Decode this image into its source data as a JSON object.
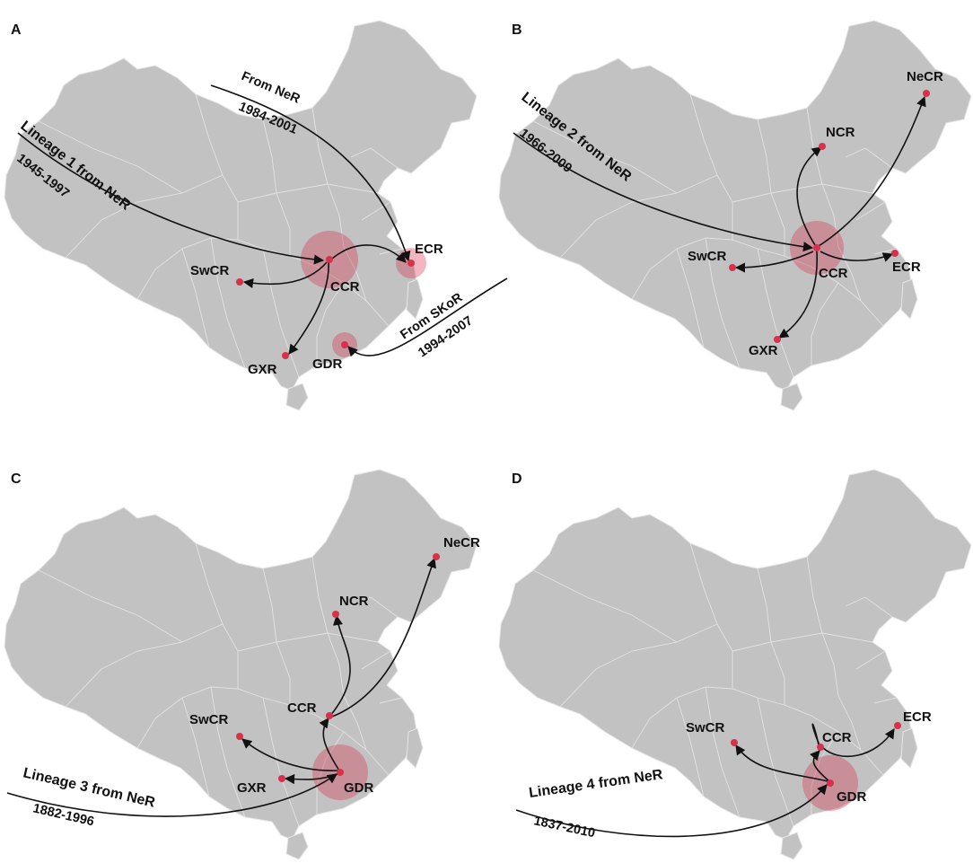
{
  "panels": [
    {
      "letter": "A",
      "regions": [
        "ECR",
        "SwCR",
        "CCR",
        "GXR",
        "GDR"
      ],
      "routes": [
        {
          "label": "From NeR",
          "years": "1984-2001"
        },
        {
          "label": "Lineage 1 from NeR",
          "years": "1945-1997"
        },
        {
          "label": "From SKoR",
          "years": "1994-2007"
        }
      ]
    },
    {
      "letter": "B",
      "regions": [
        "NeCR",
        "NCR",
        "SwCR",
        "CCR",
        "ECR",
        "GXR"
      ],
      "routes": [
        {
          "label": "Lineage 2 from NeR",
          "years": "1966-2009"
        }
      ]
    },
    {
      "letter": "C",
      "regions": [
        "NeCR",
        "NCR",
        "CCR",
        "SwCR",
        "GXR",
        "GDR"
      ],
      "routes": [
        {
          "label": "Lineage 3 from NeR",
          "years": "1882-1996"
        }
      ]
    },
    {
      "letter": "D",
      "regions": [
        "SwCR",
        "CCR",
        "ECR",
        "GDR"
      ],
      "routes": [
        {
          "label": "Lineage 4 from NeR",
          "years": "1837-2010"
        }
      ]
    }
  ],
  "colors": {
    "land": "#c2c2c2",
    "node": "#d6324c",
    "halo": "#d6324c",
    "arrow": "#111111"
  }
}
